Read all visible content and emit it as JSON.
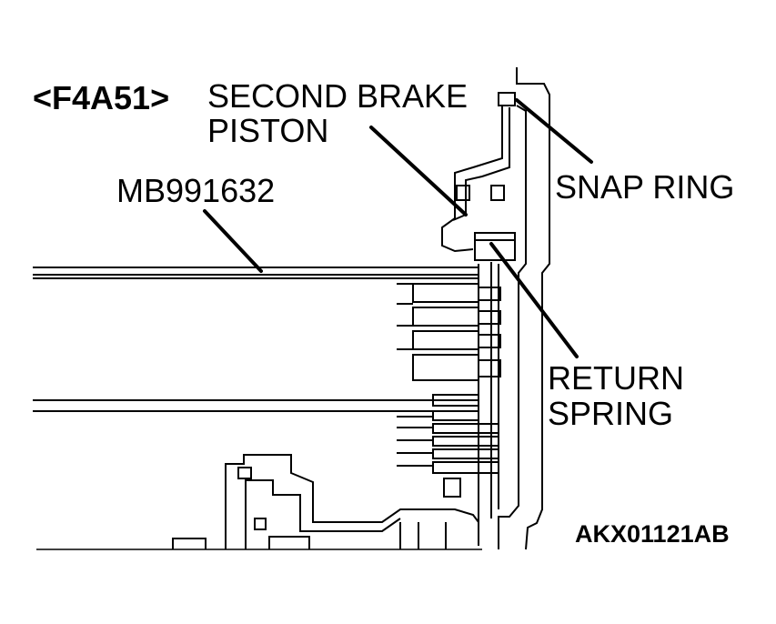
{
  "model_code": "<F4A51>",
  "labels": {
    "second_brake_piston_line1": "SECOND BRAKE",
    "second_brake_piston_line2": "PISTON",
    "tool_number": "MB991632",
    "snap_ring": "SNAP RING",
    "return_spring_line1": "RETURN",
    "return_spring_line2": "SPRING"
  },
  "figure_code": "AKX01121AB",
  "colors": {
    "line": "#000000",
    "background": "#ffffff"
  }
}
